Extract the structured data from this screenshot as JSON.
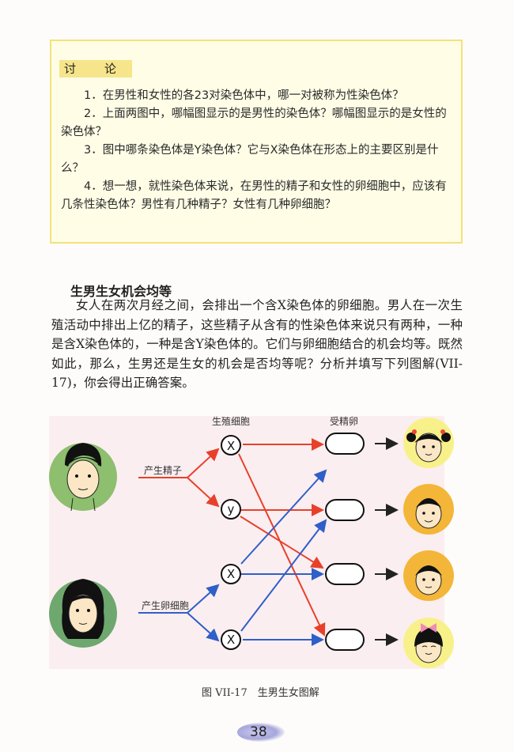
{
  "discussion": {
    "title_chars": [
      "讨",
      "论"
    ],
    "questions": [
      "1．在男性和女性的各23对染色体中，哪一对被称为性染色体？",
      "2．上面两图中，哪幅图显示的是男性的染色体？哪幅图显示的是女性的染色体？",
      "3．图中哪条染色体是Y染色体？它与X染色体在形态上的主要区别是什么？",
      "4．想一想，就性染色体来说，在男性的精子和女性的卵细胞中，应该有几条性染色体？男性有几种精子？女性有几种卵细胞？"
    ]
  },
  "section": {
    "heading": "生男生女机会均等",
    "paragraph": "女人在两次月经之间，会排出一个含X染色体的卵细胞。男人在一次生殖活动中排出上亿的精子，这些精子从含有的性染色体来说只有两种，一种是含X染色体的，一种是含Y染色体的。它们与卵细胞结合的机会均等。既然如此，那么，生男还是生女的机会是否均等呢？分析并填写下列图解(VII-17)，你会得出正确答案。"
  },
  "diagram": {
    "label_germ_cells": "生殖细胞",
    "label_zygote": "受精卵",
    "label_sperm": "产生精子",
    "label_egg": "产生卵细胞",
    "sperm_cells": [
      "X",
      "Y"
    ],
    "egg_cells": [
      "X",
      "X"
    ],
    "colors": {
      "sperm_line": "#e8412b",
      "egg_line": "#2f5fc8",
      "arrow": "#222222",
      "bg": "#fbeef0"
    },
    "children": [
      "girl",
      "boy",
      "boy",
      "girl"
    ]
  },
  "caption": "图 VII-17　生男生女图解",
  "page_number": "38"
}
